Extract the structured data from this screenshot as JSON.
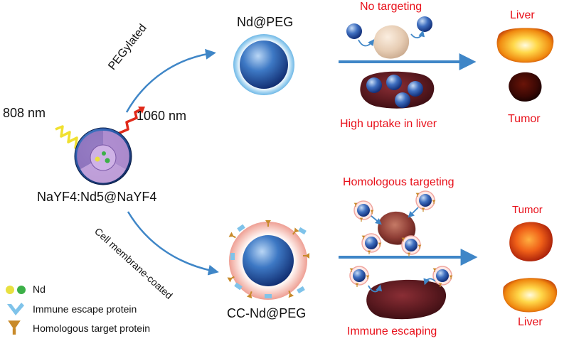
{
  "labels": {
    "wavelength_in": "808 nm",
    "wavelength_out": "1060 nm",
    "core_name": "NaYF4:Nd5@NaYF4",
    "route_top": "PEGylated",
    "route_bottom": "Cell membrane-coated",
    "np_top": "Nd@PEG",
    "np_bottom": "CC-Nd@PEG"
  },
  "top_panel": {
    "title": "No targeting",
    "caption": "High uptake in liver",
    "organ_liver": "Liver",
    "organ_tumor": "Tumor"
  },
  "bottom_panel": {
    "title": "Homologous targeting",
    "caption": "Immune escaping",
    "organ_tumor": "Tumor",
    "organ_liver": "Liver"
  },
  "legend": {
    "nd": "Nd",
    "immune": "Immune escape protein",
    "homologous": "Homologous target protein"
  },
  "colors": {
    "red_text": "#e8101a",
    "arrow_blue": "#3f86c7",
    "wave_in": "#f0e030",
    "wave_out": "#e02a1a"
  }
}
